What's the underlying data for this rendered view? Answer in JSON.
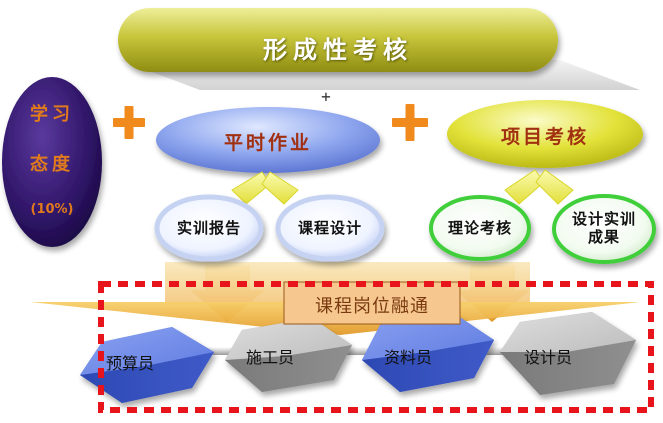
{
  "title": "形成性考核",
  "attitude": {
    "line1": "学习",
    "line2": "态度",
    "percent": "(10%)"
  },
  "categories": [
    {
      "label": "平时作业",
      "items": [
        "实训报告",
        "课程设计"
      ]
    },
    {
      "label": "项目考核",
      "items": [
        "理论考核",
        "设计实训成果"
      ]
    }
  ],
  "center_marker": "+",
  "fusion_label": "课程岗位融通",
  "jobs": [
    "预算员",
    "施工员",
    "资料员",
    "设计员"
  ],
  "colors": {
    "title_fill": "#b7b52a",
    "category_blue": "#7f98e6",
    "category_yellow": "#dada2a",
    "attitude_purple": "#3b1a78",
    "plus_orange": "#f08a1c",
    "dash_red": "#e8141c",
    "blue_cube": "#4f6bd6",
    "gray_cube": "#a9a9a9"
  }
}
